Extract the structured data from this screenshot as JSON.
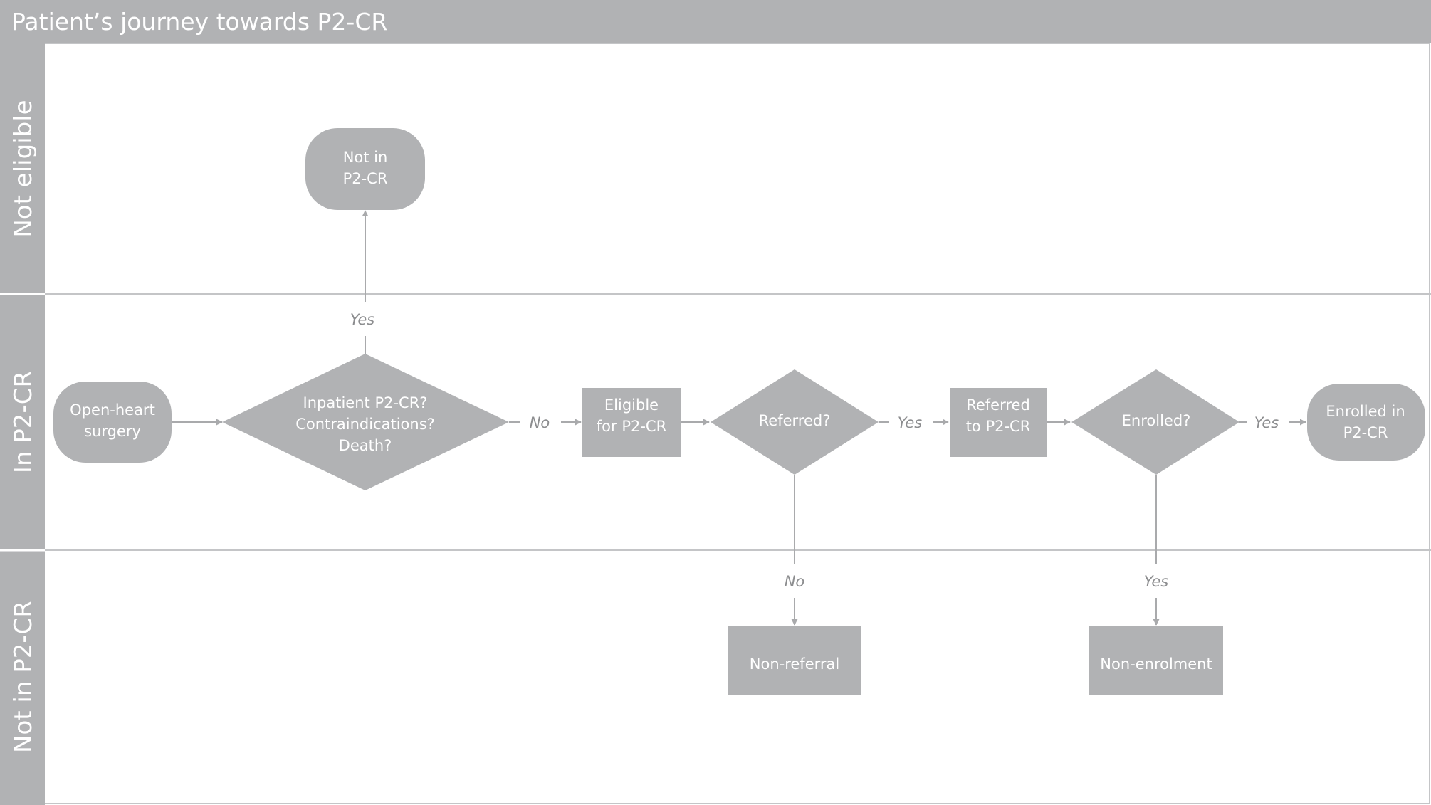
{
  "title": "Patient’s journey towards P2-CR",
  "colors": {
    "fill": "#b1b2b4",
    "edge": "#a9aaac",
    "label": "#8c8d8f",
    "background": "#ffffff",
    "text_on_shape": "#ffffff"
  },
  "lanes": [
    {
      "id": "not-eligible",
      "label": "Not eligible"
    },
    {
      "id": "in-p2cr",
      "label": "In P2-CR"
    },
    {
      "id": "not-in-p2cr",
      "label": "Not in P2-CR"
    }
  ],
  "nodes": [
    {
      "id": "open-heart-surgery",
      "shape": "terminal",
      "lane": "in-p2cr",
      "lines": [
        "Open-heart",
        "surgery"
      ]
    },
    {
      "id": "eligibility-decision",
      "shape": "decision",
      "lane": "in-p2cr",
      "lines": [
        "Inpatient P2-CR?",
        "Contraindications?",
        "Death?"
      ]
    },
    {
      "id": "not-in-p2cr",
      "shape": "terminal",
      "lane": "not-eligible",
      "lines": [
        "Not in",
        "P2-CR"
      ]
    },
    {
      "id": "eligible-for-p2cr",
      "shape": "process",
      "lane": "in-p2cr",
      "lines": [
        "Eligible",
        "for P2-CR"
      ]
    },
    {
      "id": "referred-decision",
      "shape": "decision",
      "lane": "in-p2cr",
      "lines": [
        "Referred?"
      ]
    },
    {
      "id": "referred-to-p2cr",
      "shape": "process",
      "lane": "in-p2cr",
      "lines": [
        "Referred",
        "to P2-CR"
      ]
    },
    {
      "id": "enrolled-decision",
      "shape": "decision",
      "lane": "in-p2cr",
      "lines": [
        "Enrolled?"
      ]
    },
    {
      "id": "enrolled-in-p2cr",
      "shape": "terminal",
      "lane": "in-p2cr",
      "lines": [
        "Enrolled in",
        "P2-CR"
      ]
    },
    {
      "id": "non-referral",
      "shape": "process",
      "lane": "not-in-p2cr",
      "lines": [
        "Non-referral"
      ]
    },
    {
      "id": "non-enrolment",
      "shape": "process",
      "lane": "not-in-p2cr",
      "lines": [
        "Non-enrolment"
      ]
    }
  ],
  "edges": [
    {
      "id": "surgery-to-eligibility",
      "from": "open-heart-surgery",
      "to": "eligibility-decision",
      "label": ""
    },
    {
      "id": "eligibility-yes",
      "from": "eligibility-decision",
      "to": "not-in-p2cr",
      "label": "Yes"
    },
    {
      "id": "eligibility-no",
      "from": "eligibility-decision",
      "to": "eligible-for-p2cr",
      "label": "No"
    },
    {
      "id": "eligible-to-referred",
      "from": "eligible-for-p2cr",
      "to": "referred-decision",
      "label": ""
    },
    {
      "id": "referred-yes",
      "from": "referred-decision",
      "to": "referred-to-p2cr",
      "label": "Yes"
    },
    {
      "id": "referred-no",
      "from": "referred-decision",
      "to": "non-referral",
      "label": "No"
    },
    {
      "id": "referred-to-enrolled",
      "from": "referred-to-p2cr",
      "to": "enrolled-decision",
      "label": ""
    },
    {
      "id": "enrolled-yes",
      "from": "enrolled-decision",
      "to": "enrolled-in-p2cr",
      "label": "Yes"
    },
    {
      "id": "enrolled-down",
      "from": "enrolled-decision",
      "to": "non-enrolment",
      "label": "Yes"
    }
  ]
}
